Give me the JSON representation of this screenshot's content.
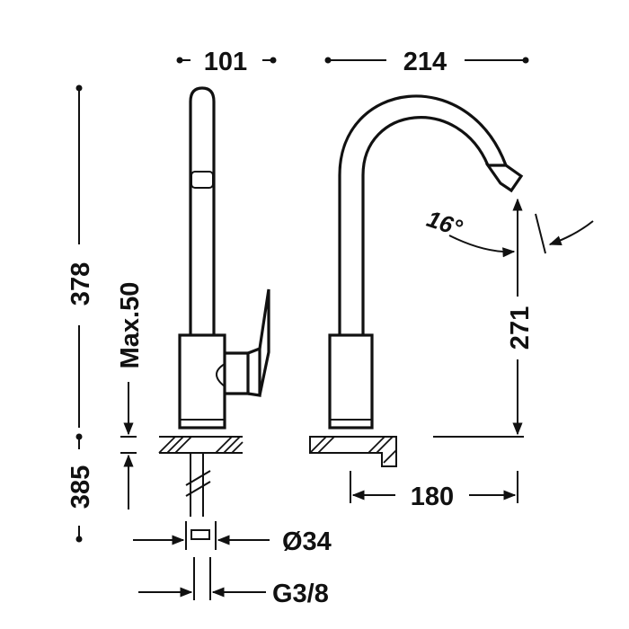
{
  "drawing": {
    "dimensions": {
      "width_side_view": "101",
      "width_front_view": "214",
      "height_total": "378",
      "max_counter_thickness": "Max.50",
      "under_counter_length": "385",
      "spout_height": "271",
      "spout_reach": "180",
      "bore_diameter": "Ø34",
      "connection_thread": "G3/8",
      "spout_angle": "16°"
    },
    "colors": {
      "ink": "#111111",
      "background": "#ffffff"
    }
  }
}
